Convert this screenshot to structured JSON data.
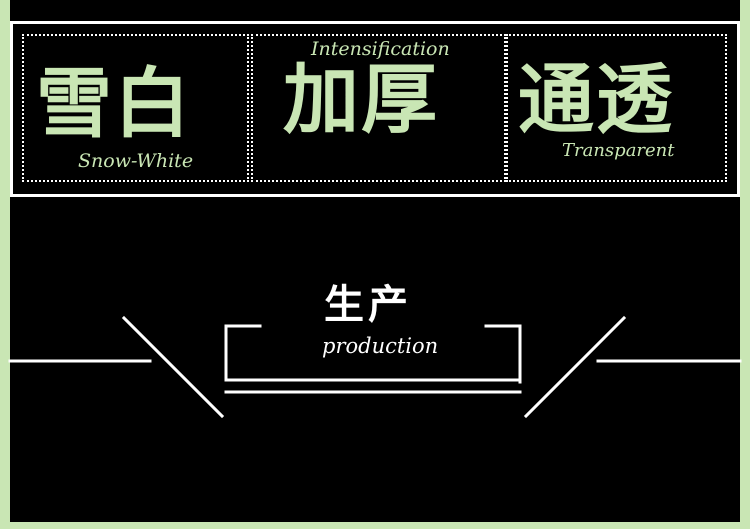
{
  "features": [
    {
      "cn": "雪白",
      "en": "Snow-White"
    },
    {
      "cn": "加厚",
      "en": "Intensification"
    },
    {
      "cn": "通透",
      "en": "Transparent"
    }
  ],
  "production": {
    "cn": "生产",
    "en": "production"
  },
  "colors": {
    "background": "#000000",
    "accent": "#c9e6b4",
    "line": "#ffffff"
  }
}
